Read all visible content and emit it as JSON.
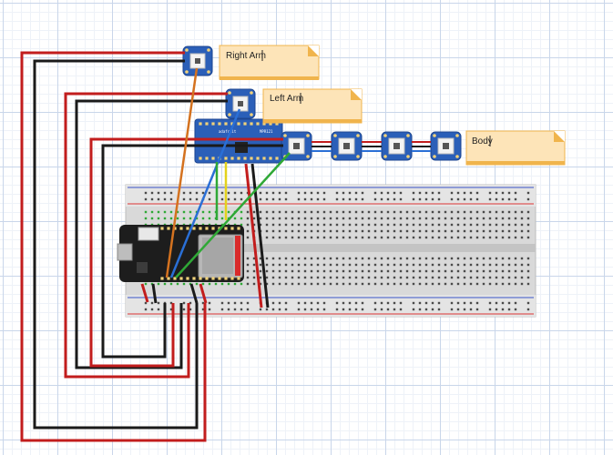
{
  "notes": {
    "right_arm": "Right Arm",
    "left_arm": "Left Arm",
    "body": "Body"
  },
  "boards": {
    "driver_brand": "adafruit",
    "driver_model": "MPR121"
  },
  "colors": {
    "wire_red": "#c21d1d",
    "wire_black": "#1a1a1a",
    "wire_orange": "#d4721f",
    "wire_blue": "#2a6fd6",
    "wire_green": "#2fa836",
    "wire_yellow": "#e3d21c",
    "pcb_blue": "#2b5fb8",
    "feather_black": "#1d1d1d",
    "note_yellow": "#fde4b8",
    "note_fold": "#f0b44c"
  },
  "icons": {
    "pixel": "neopixel-led-icon",
    "note": "sticky-note-icon"
  }
}
